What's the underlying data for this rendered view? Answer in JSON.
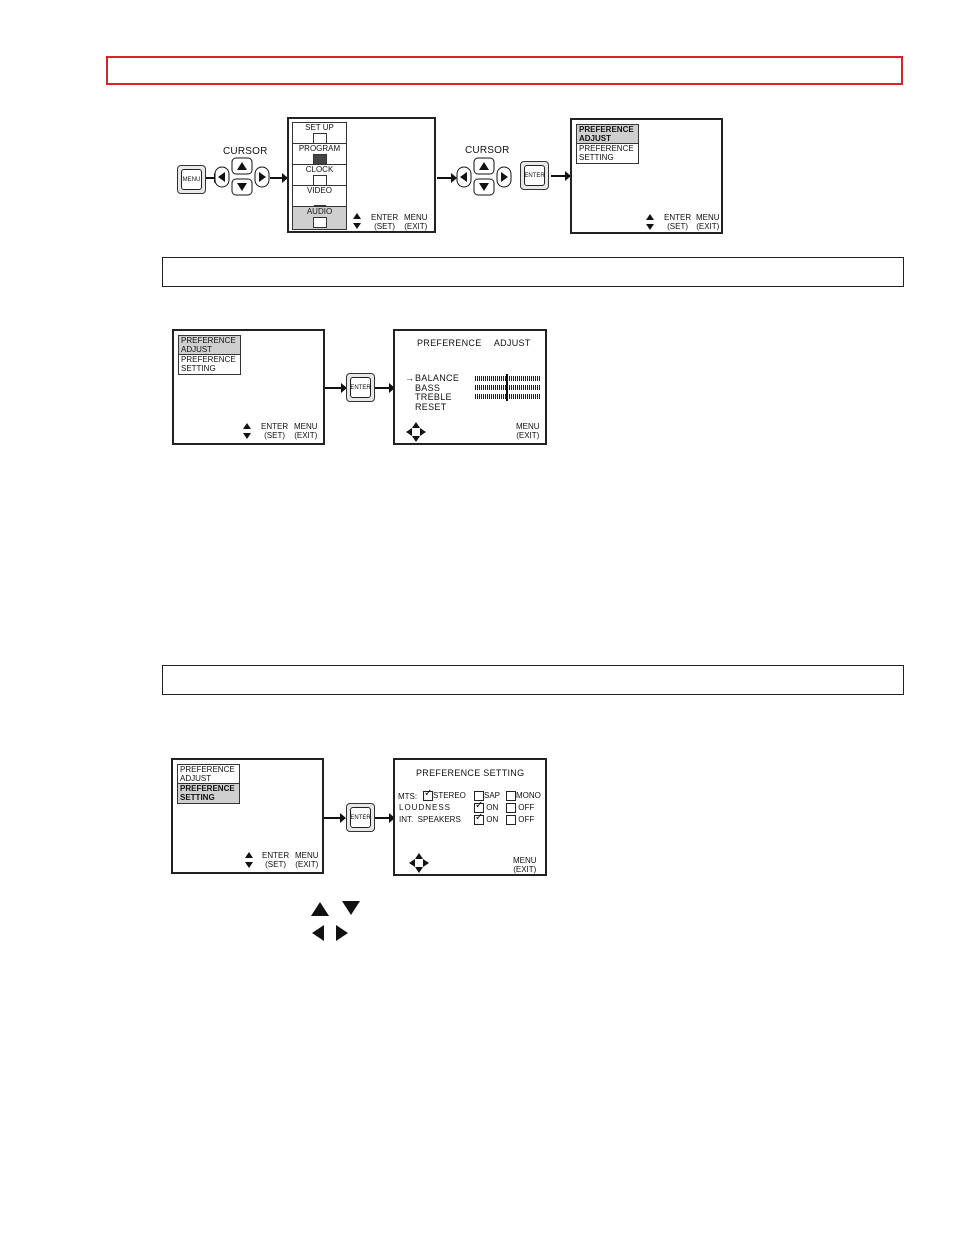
{
  "fig1": {
    "cursor_label_1": "CURSOR",
    "cursor_label_2": "CURSOR",
    "menu_key": "MENU",
    "enter_key": "ENTER",
    "main_menu_items": [
      "SET UP",
      "PROGRAM",
      "CLOCK",
      "VIDEO",
      "AUDIO"
    ],
    "enter_set": "ENTER\n(SET)",
    "menu_exit": "MENU\n(EXIT)",
    "audio_items": [
      "PREFERENCE\nADJUST",
      "PREFERENCE\nSETTING"
    ]
  },
  "fig2": {
    "left_items": [
      "PREFERENCE\nADJUST",
      "PREFERENCE\nSETTING"
    ],
    "enter_key": "ENTER",
    "title": "PREFERENCE ADJUST",
    "rows": [
      "BALANCE",
      "BASS",
      "TREBLE",
      "RESET"
    ],
    "enter_set": "ENTER\n(SET)",
    "menu_exit": "MENU\n(EXIT)"
  },
  "fig3": {
    "left_items": [
      "PREFERENCE\nADJUST",
      "PREFERENCE\nSETTING"
    ],
    "enter_key": "ENTER",
    "title": "PREFERENCE SETTING",
    "mts_label": "MTS:",
    "mts_options": [
      "STEREO",
      "SAP",
      "MONO"
    ],
    "loudness_label": "LOUDNESS",
    "speakers_label": "INT.  SPEAKERS",
    "on": "ON",
    "off": "OFF",
    "enter_set": "ENTER\n(SET)",
    "menu_exit": "MENU\n(EXIT)"
  },
  "icons": [
    "up-arrow-icon",
    "down-arrow-icon",
    "left-arrow-icon",
    "right-arrow-icon"
  ],
  "colors": {
    "red_bar": "#d8232a",
    "highlight": "#cfcfcf"
  }
}
